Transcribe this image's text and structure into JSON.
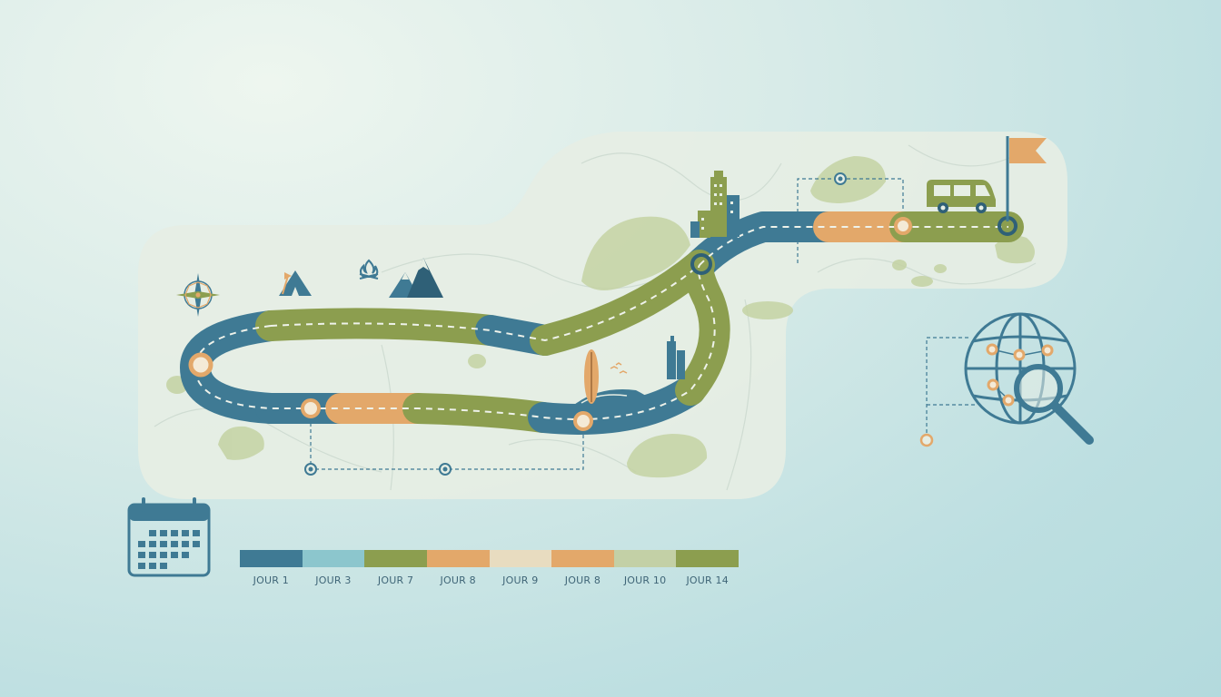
{
  "colors": {
    "blue": "#3f7a94",
    "teal": "#8cc6cd",
    "green": "#8c9e4f",
    "orange": "#e3a86a",
    "sand": "#e8dcc0",
    "sage": "#c3d0a6",
    "map": "#e7efe5"
  },
  "icons": [
    "compass-icon",
    "tent-icon",
    "campfire-icon",
    "mountain-icon",
    "city-icon",
    "surfboard-icon",
    "camper-van-icon",
    "flag-icon",
    "globe-icon",
    "magnifier-icon",
    "calendar-icon"
  ],
  "timeline": {
    "segments": [
      {
        "label": "JOUR 1",
        "color": "#3f7a94"
      },
      {
        "label": "JOUR 3",
        "color": "#8cc6cd"
      },
      {
        "label": "JOUR 7",
        "color": "#8c9e4f"
      },
      {
        "label": "JOUR 8",
        "color": "#e3a86a"
      },
      {
        "label": "JOUR 9",
        "color": "#e8dcc0"
      },
      {
        "label": "JOUR 8",
        "color": "#e3a86a"
      },
      {
        "label": "JOUR 10",
        "color": "#c3d0a6"
      },
      {
        "label": "JOUR 14",
        "color": "#8c9e4f"
      }
    ]
  }
}
